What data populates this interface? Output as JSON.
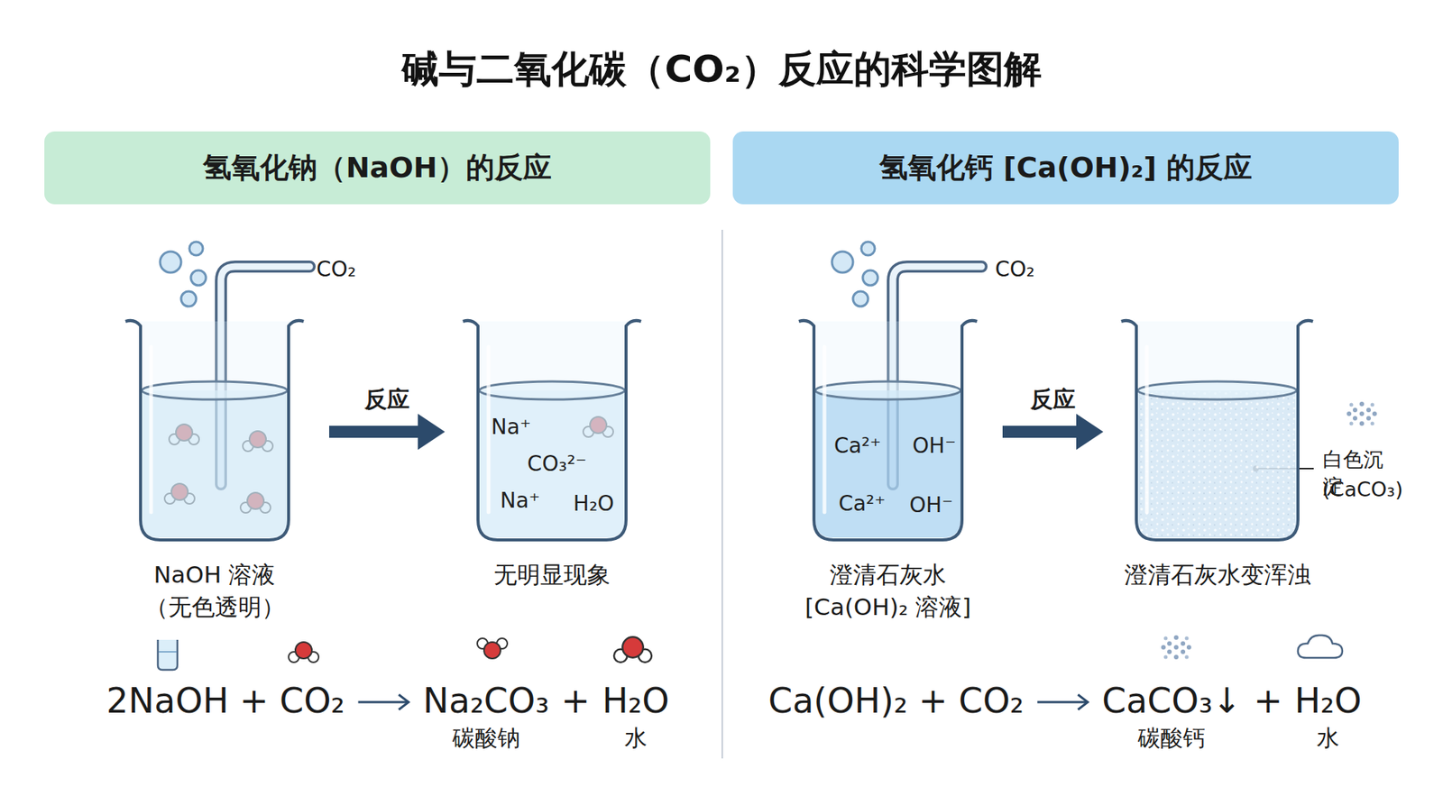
{
  "diagram": {
    "title": "碱与二氧化碳（CO₂）反应的科学图解",
    "nodes": [
      {
        "text": [
          "氢氧化钠（NaOH）的反应"
        ]
      },
      {
        "text": [
          "氢氧化钙 [Ca(OH)₂] 的反应"
        ]
      },
      {
        "text": [
          "NaOH 溶液",
          "（无色透明）"
        ]
      },
      {
        "text": [
          "Na⁺",
          "CO₃²⁻",
          "Na⁺",
          "H₂O",
          "无明显现象"
        ]
      },
      {
        "text": [
          "Ca²⁺",
          "OH⁻",
          "Ca²⁺",
          "OH⁻",
          "澄清石灰水",
          "[Ca(OH)₂ 溶液]"
        ]
      },
      {
        "text": [
          "澄清石灰水变浑浊"
        ]
      }
    ],
    "edges": [
      {
        "from": 2,
        "to": 3,
        "arrow": "to",
        "label": "反应"
      },
      {
        "from": 4,
        "to": 5,
        "arrow": "to",
        "label": "反应"
      }
    ],
    "labels": [
      "CO₂",
      "CO₂",
      "白色沉淀",
      "(CaCO₃)",
      "2NaOH + CO₂",
      "Na₂CO₃",
      "碳酸钠",
      "+",
      "H₂O",
      "水",
      "Ca(OH)₂ + CO₂",
      "CaCO₃↓",
      "碳酸钙",
      "+",
      "H₂O",
      "水"
    ]
  }
}
